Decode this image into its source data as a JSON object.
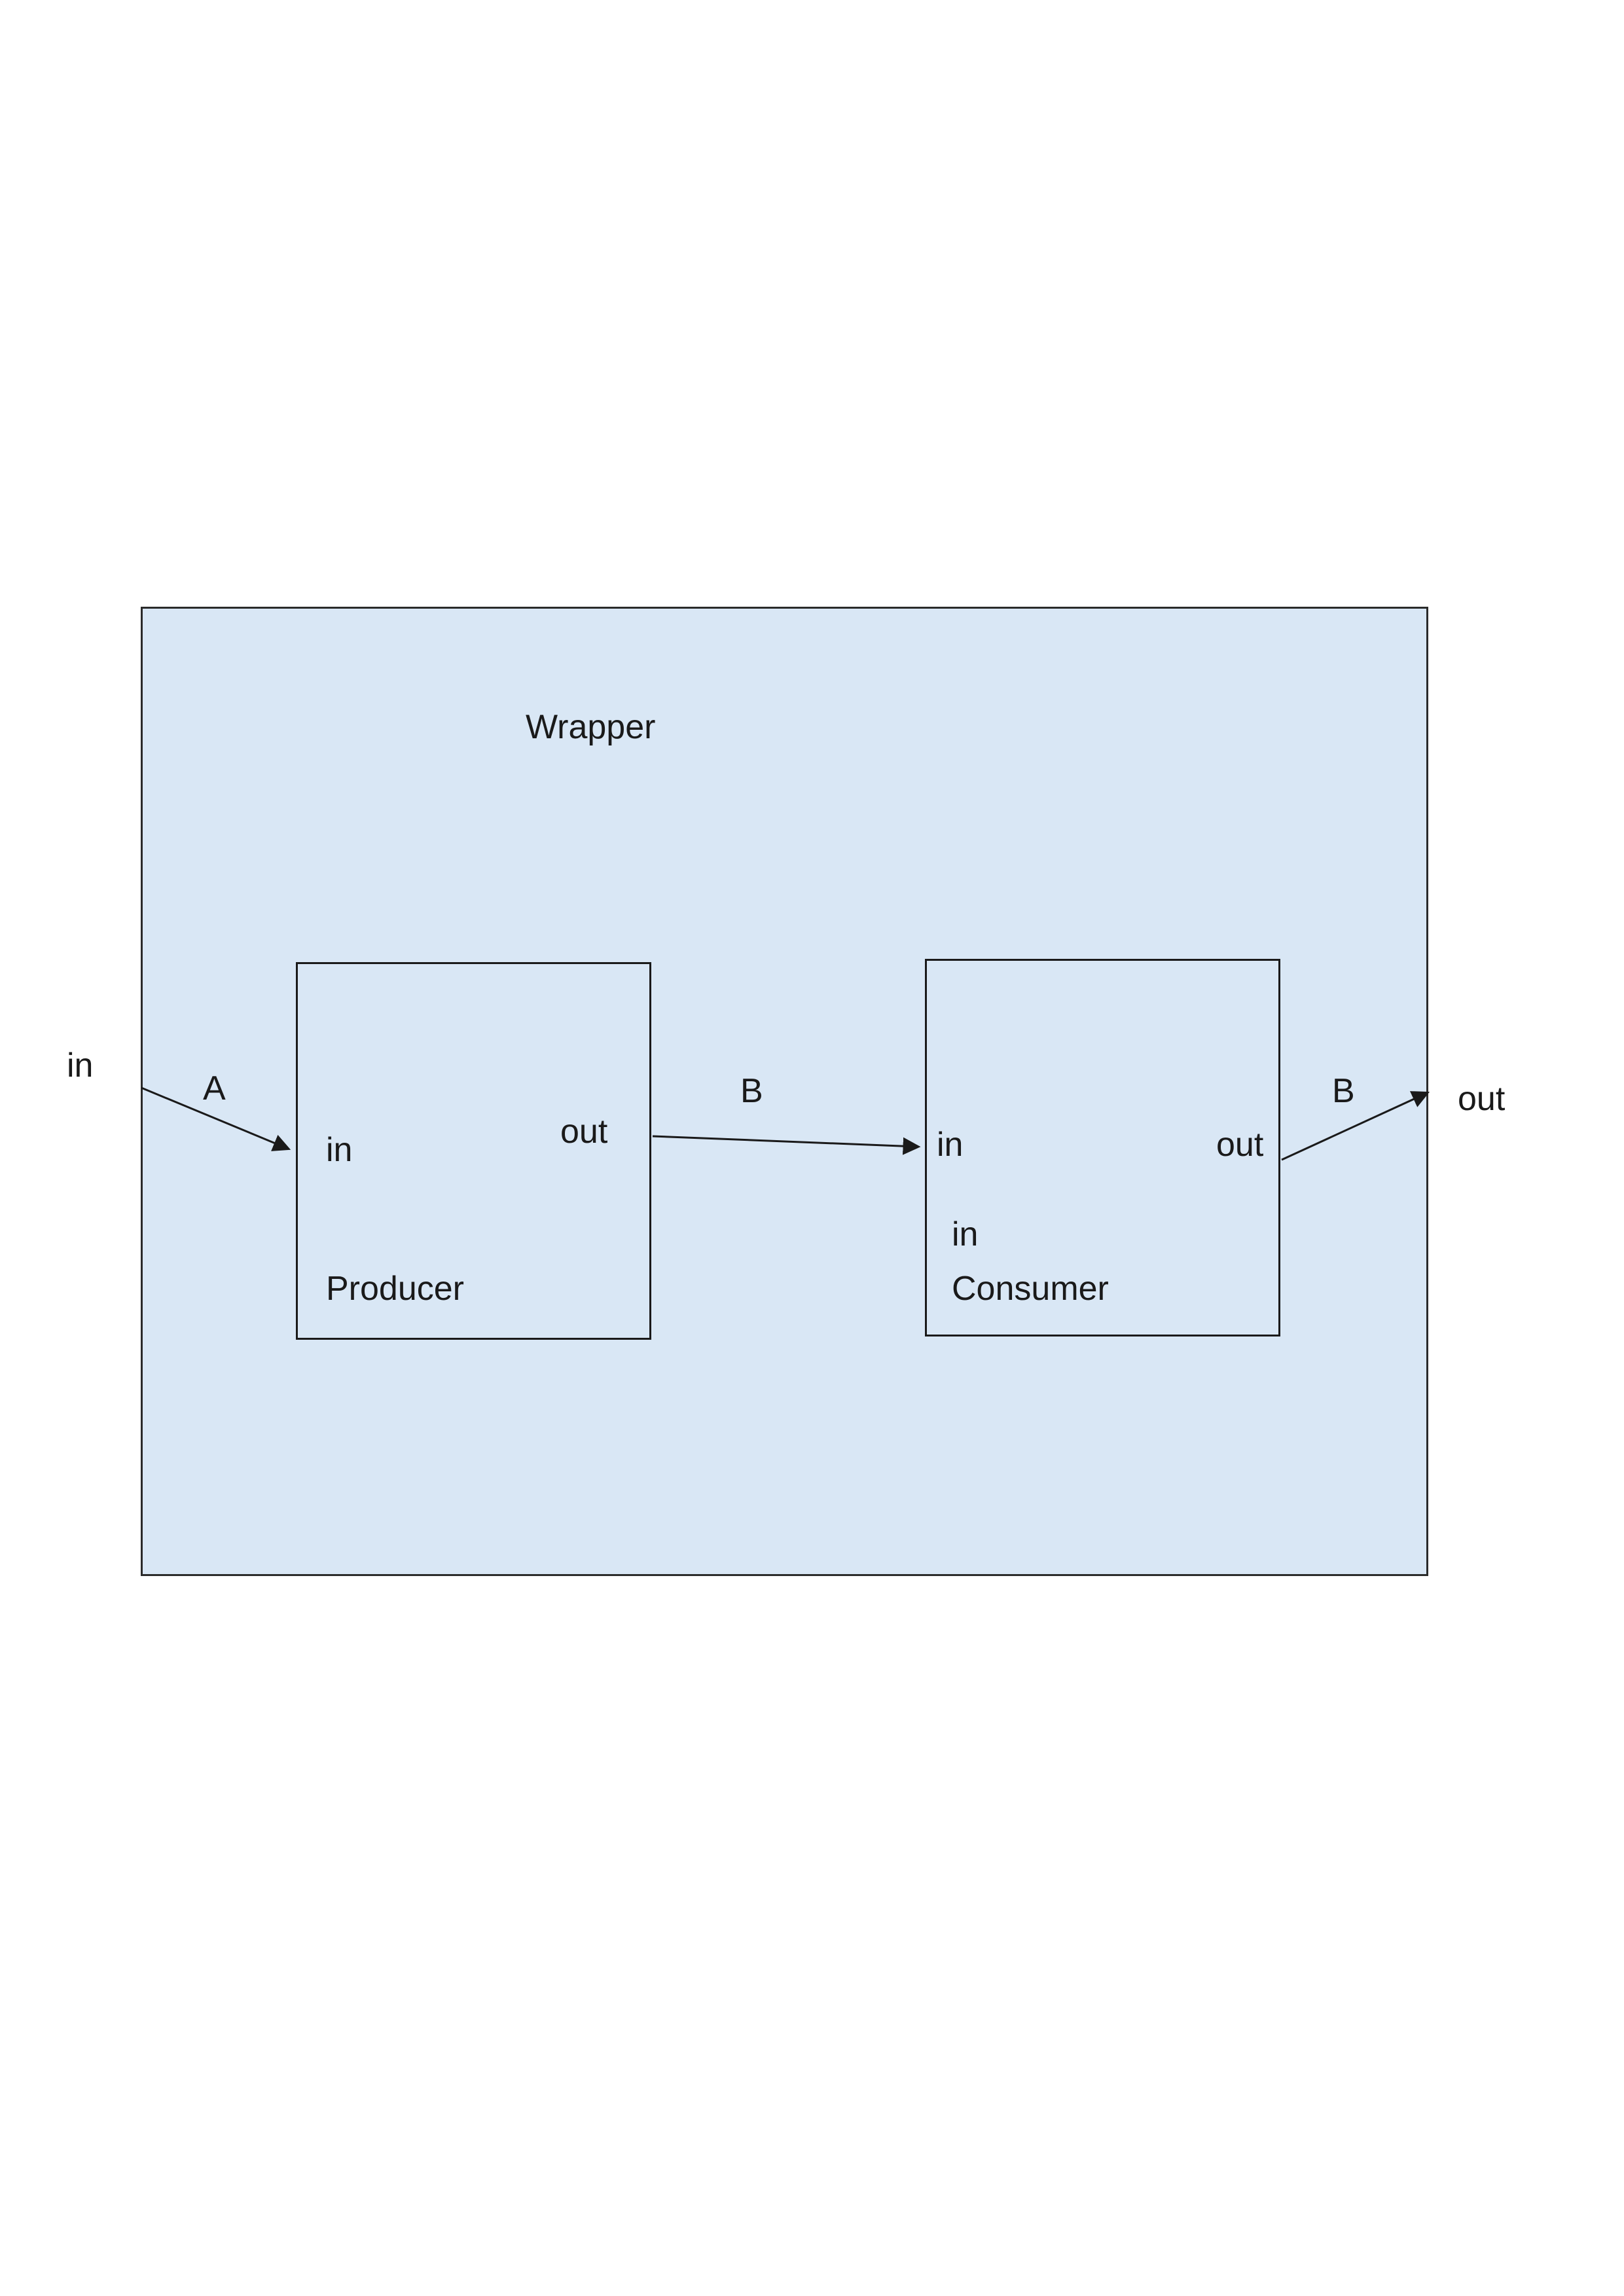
{
  "diagram": {
    "wrapper": {
      "title": "Wrapper"
    },
    "producer": {
      "in_port": "in",
      "out_port": "out",
      "label": "Producer"
    },
    "consumer": {
      "in_port": "in",
      "extra_in": "in",
      "out_port": "out",
      "label": "Consumer"
    },
    "external": {
      "input": "in",
      "output": "out"
    },
    "edges": {
      "a": "A",
      "b1": "B",
      "b2": "B"
    },
    "colors": {
      "wrapper_fill": "#d9e7f5",
      "border": "#1a1a1a",
      "background": "#ffffff"
    }
  }
}
